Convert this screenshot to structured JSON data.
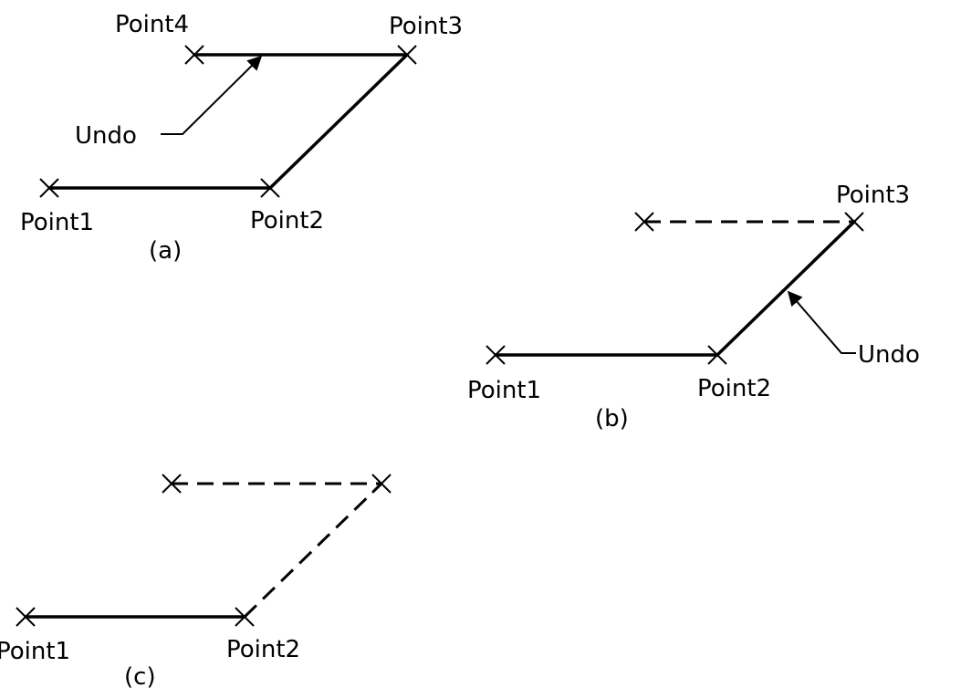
{
  "labels": {
    "point1": "Point1",
    "point2": "Point2",
    "point3": "Point3",
    "point4": "Point4",
    "undo": "Undo",
    "caption_a": "(a)",
    "caption_b": "(b)",
    "caption_c": "(c)"
  }
}
